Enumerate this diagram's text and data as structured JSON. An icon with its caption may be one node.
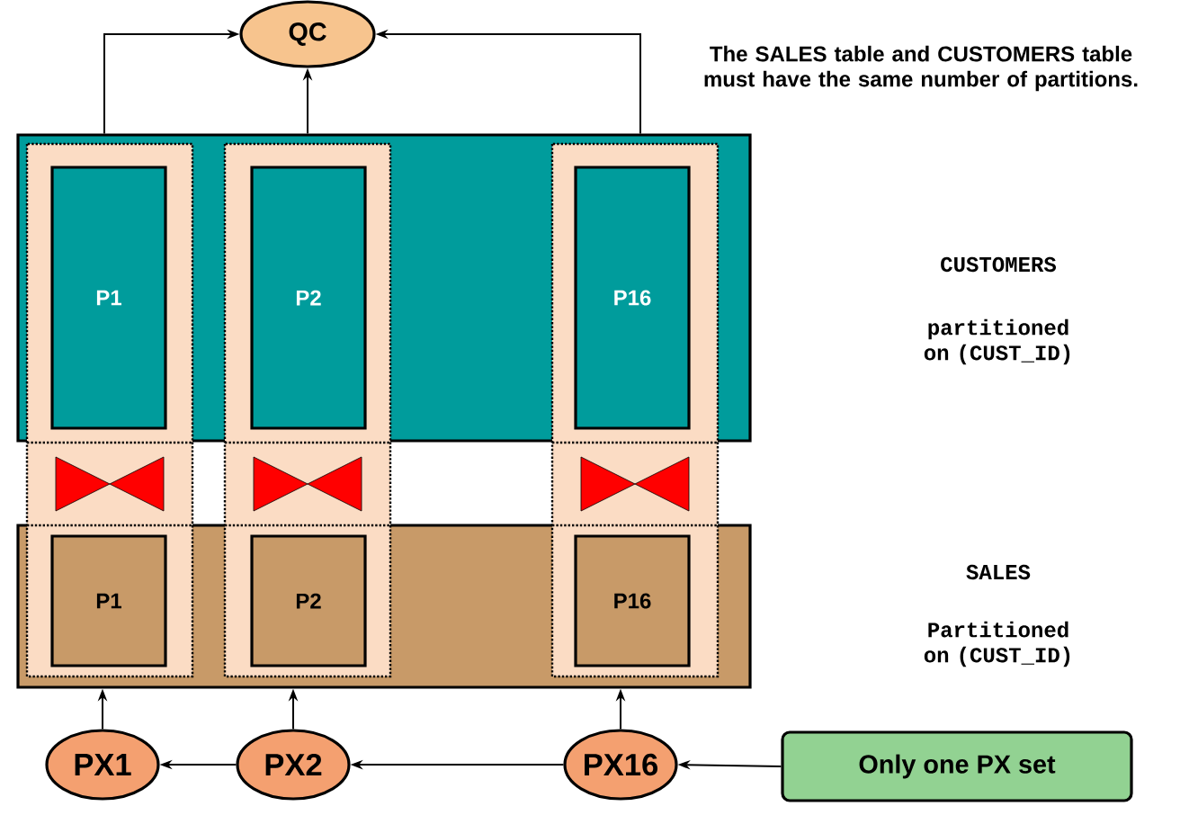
{
  "diagram": {
    "nodes": [
      {
        "text": [
          "QC"
        ]
      },
      {
        "text": [],
        "shape": "box",
        "beside": [
          "CUSTOMERS",
          "partitioned on (CUST_ID)"
        ]
      },
      {
        "text": [
          "P1"
        ],
        "in": 1
      },
      {
        "text": [
          "P2"
        ],
        "in": 1
      },
      {
        "text": [
          "P16"
        ],
        "in": 1
      },
      {
        "text": [],
        "shape": "box",
        "beside": [
          "SALES",
          "Partitioned on (CUST_ID)"
        ]
      },
      {
        "text": [
          "P1"
        ],
        "in": 5
      },
      {
        "text": [
          "P2"
        ],
        "in": 5
      },
      {
        "text": [
          "P16"
        ],
        "in": 5
      },
      {
        "text": [
          "PX1"
        ]
      },
      {
        "text": [
          "PX2"
        ]
      },
      {
        "text": [
          "PX16"
        ]
      },
      {
        "text": [
          "Only one PX set"
        ]
      }
    ],
    "edges": [
      {
        "from": 1,
        "to": 0,
        "arrow": "to"
      },
      {
        "from": 1,
        "to": 0,
        "arrow": "to"
      },
      {
        "from": 1,
        "to": 0,
        "arrow": "to"
      },
      {
        "from": 9,
        "to": 5,
        "arrow": "to"
      },
      {
        "from": 10,
        "to": 5,
        "arrow": "to"
      },
      {
        "from": 11,
        "to": 5,
        "arrow": "to"
      },
      {
        "from": 10,
        "to": 9,
        "arrow": "to"
      },
      {
        "from": 11,
        "to": 10,
        "arrow": "to"
      },
      {
        "from": 12,
        "to": 11,
        "arrow": "to"
      }
    ],
    "labels": [
      "The SALES table and CUSTOMERS table must have the same number of partitions."
    ]
  }
}
